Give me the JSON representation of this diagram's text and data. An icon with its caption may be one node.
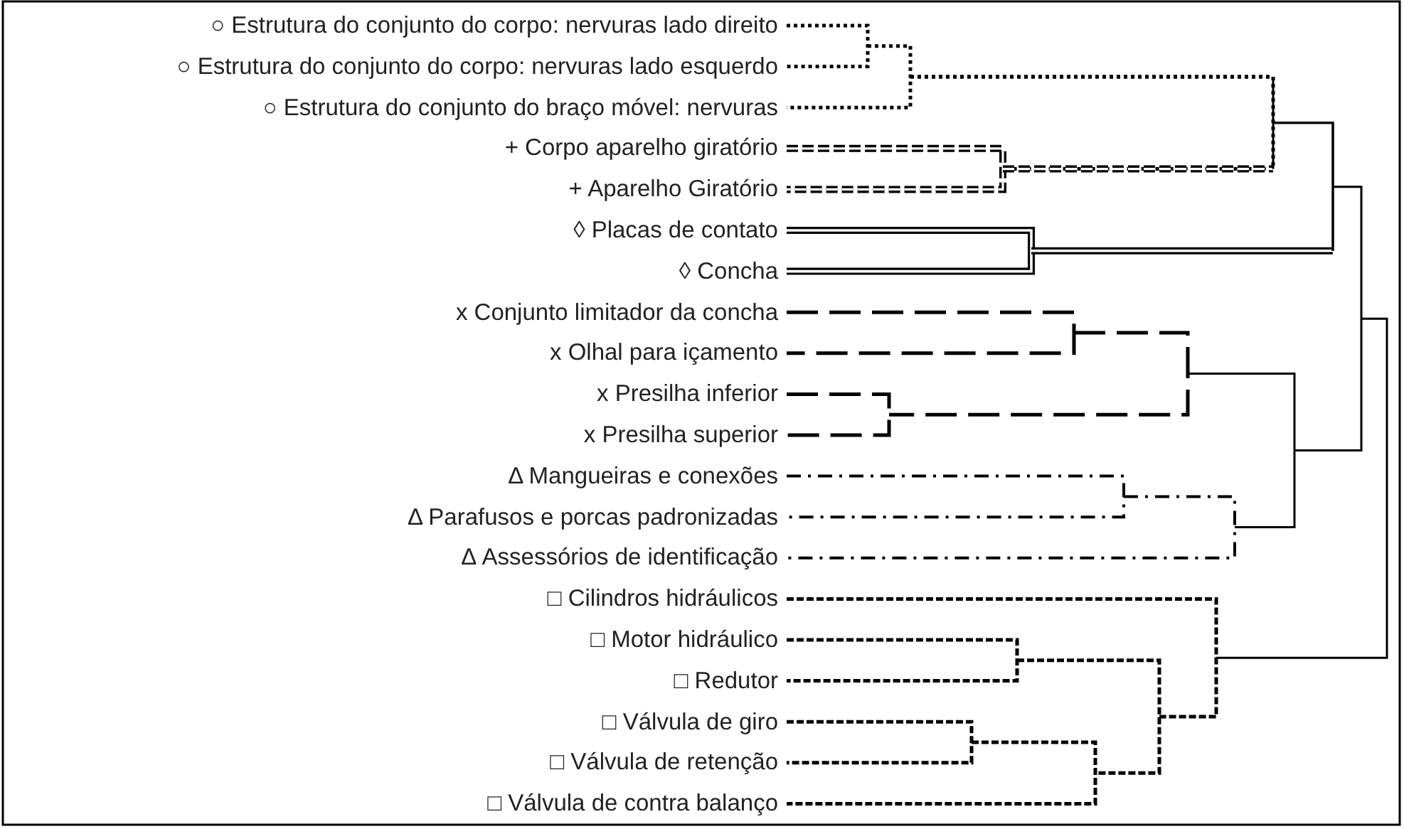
{
  "diagram": {
    "labels": [
      "○ Estrutura do conjunto do corpo: nervuras lado direito",
      "○ Estrutura do conjunto do corpo: nervuras lado esquerdo",
      "○ Estrutura do conjunto do braço móvel: nervuras",
      "+ Corpo aparelho giratório",
      "+ Aparelho Giratório",
      "◊ Placas de contato",
      "◊ Concha",
      "x Conjunto limitador da concha",
      "x Olhal para içamento",
      "x Presilha inferior",
      "x Presilha superior",
      "Δ Mangueiras e conexões",
      "Δ Parafusos e porcas padronizadas",
      "Δ Assessórios de identificação",
      "□ Cilindros hidráulicos",
      "□ Motor hidráulico",
      "□ Redutor",
      "□ Válvula de giro",
      "□ Válvula de retenção",
      "□ Válvula de contra balanço"
    ]
  }
}
